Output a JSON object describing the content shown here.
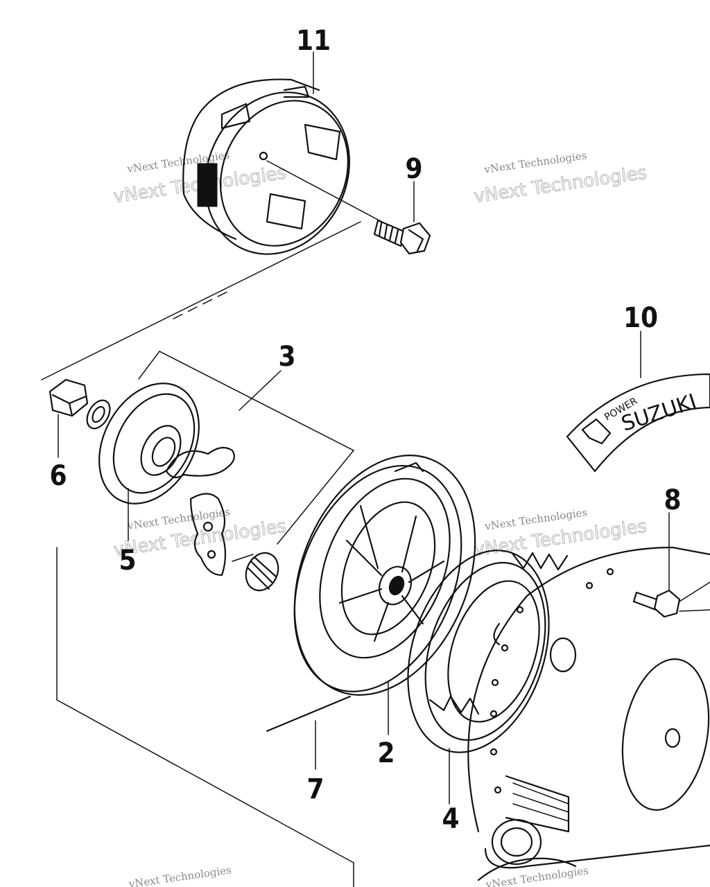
{
  "callouts": [
    {
      "id": "11",
      "label": "11"
    },
    {
      "id": "9",
      "label": "9"
    },
    {
      "id": "10",
      "label": "10"
    },
    {
      "id": "3",
      "label": "3"
    },
    {
      "id": "6",
      "label": "6"
    },
    {
      "id": "5",
      "label": "5"
    },
    {
      "id": "8",
      "label": "8"
    },
    {
      "id": "2",
      "label": "2"
    },
    {
      "id": "7",
      "label": "7"
    },
    {
      "id": "4",
      "label": "4"
    }
  ],
  "watermark": {
    "small": "vNext Technologies",
    "big": "vNext Technologies"
  },
  "decal": {
    "brand": "SUZUKI",
    "power": "POWER"
  }
}
